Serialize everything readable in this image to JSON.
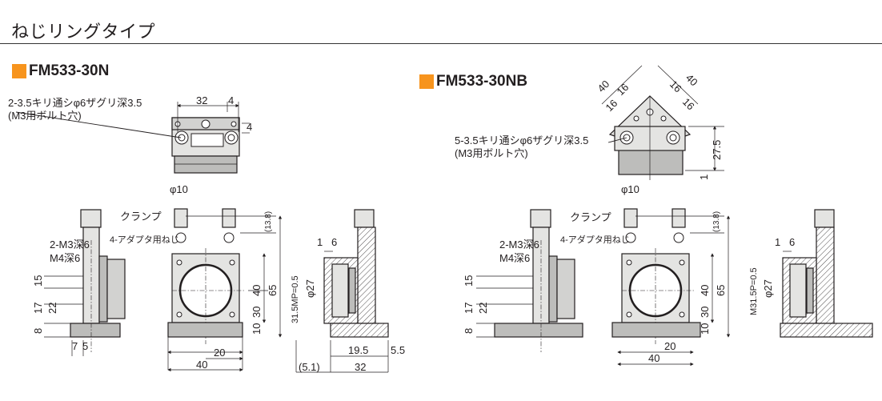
{
  "page": {
    "title": "ねじリングタイプ",
    "accent_color": "#f7941d",
    "line_color": "#231f20",
    "body_color": "#e4e4e2"
  },
  "models": [
    {
      "name": "FM533-30N",
      "labels": {
        "counterbore": "2-3.5キリ通シφ6ザグリ深3.5",
        "bolt_hole": "(M3用ボルト穴)",
        "clamp": "クランプ",
        "adapter_screw": "4-アダプタ用ねじ",
        "tap_m3": "2-M3深6",
        "tap_m4": "M4深6"
      },
      "dims": {
        "top_width": "32",
        "top_edge": "4",
        "top_depth": "4",
        "knob_dia": "φ10",
        "clamp_offset": "(13.8)",
        "h15": "15",
        "h17": "17",
        "h22": "22",
        "h8": "8",
        "w7": "7",
        "w5": "5",
        "thread": "31.5MP=0.5",
        "bore": "φ27",
        "h40": "40",
        "h65": "65",
        "h30": "30",
        "h10": "10",
        "w20": "20",
        "w40": "40",
        "s1": "1",
        "s6": "6",
        "w19_5": "19.5",
        "w5_5": "5.5",
        "w5_1": "(5.1)",
        "w32": "32"
      }
    },
    {
      "name": "FM533-30NB",
      "labels": {
        "counterbore": "5-3.5キリ通シφ6ザグリ深3.5",
        "bolt_hole": "(M3用ボルト穴)",
        "clamp": "クランプ",
        "adapter_screw": "4-アダプタ用ねじ",
        "tap_m3": "2-M3深6",
        "tap_m4": "M4深6"
      },
      "dims": {
        "diag_40a": "40",
        "diag_16a": "16",
        "diag_16b": "16",
        "diag_16c": "16",
        "diag_16d": "16",
        "diag_40b": "40",
        "h27_5": "27.5",
        "h1": "1",
        "knob_dia": "φ10",
        "clamp_offset": "(13.8)",
        "h15": "15",
        "h17": "17",
        "h22": "22",
        "h8": "8",
        "thread": "M31.5P=0.5",
        "bore": "φ27",
        "h40": "40",
        "h65": "65",
        "h30": "30",
        "h10": "10",
        "w20": "20",
        "w40": "40",
        "s1": "1",
        "s6": "6"
      }
    }
  ]
}
